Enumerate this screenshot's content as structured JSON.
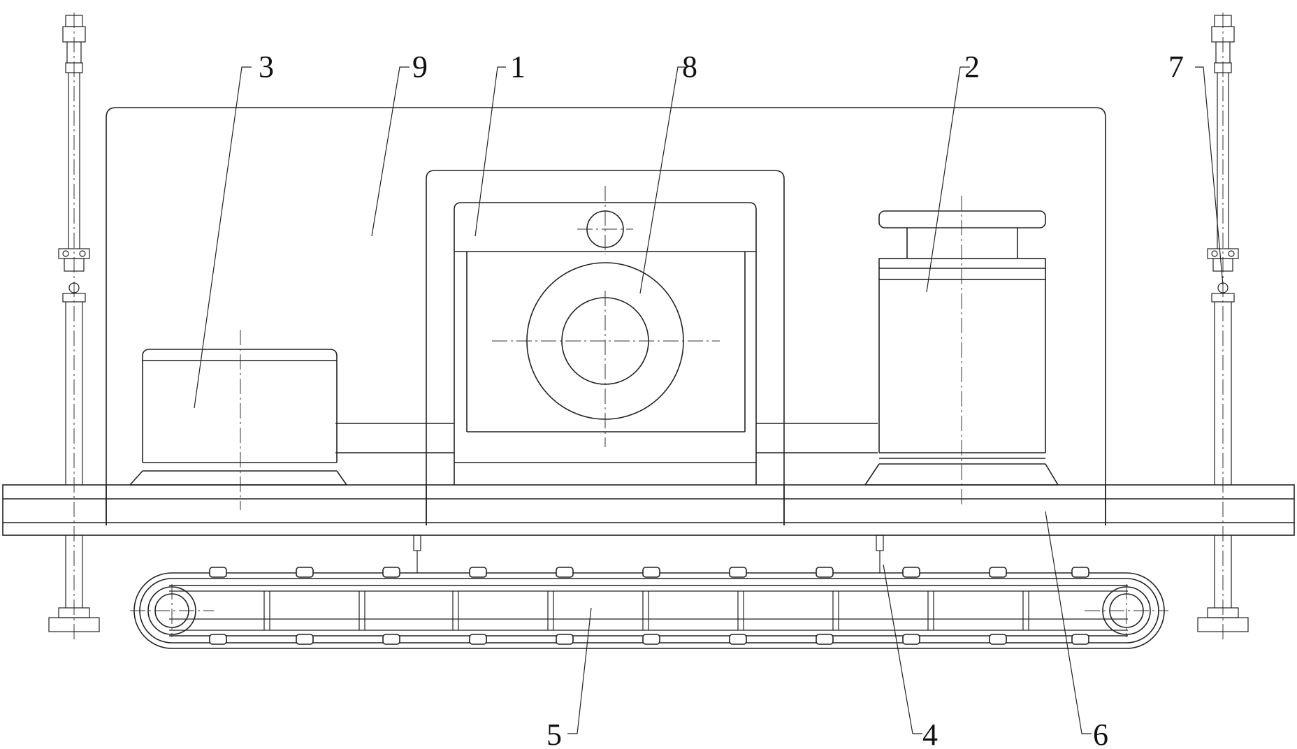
{
  "figure": {
    "labels": [
      {
        "id": "part-1",
        "text": "1"
      },
      {
        "id": "part-2",
        "text": "2"
      },
      {
        "id": "part-3",
        "text": "3"
      },
      {
        "id": "part-4",
        "text": "4"
      },
      {
        "id": "part-5",
        "text": "5"
      },
      {
        "id": "part-6",
        "text": "6"
      },
      {
        "id": "part-7",
        "text": "7"
      },
      {
        "id": "part-8",
        "text": "8"
      },
      {
        "id": "part-9",
        "text": "9"
      }
    ]
  }
}
